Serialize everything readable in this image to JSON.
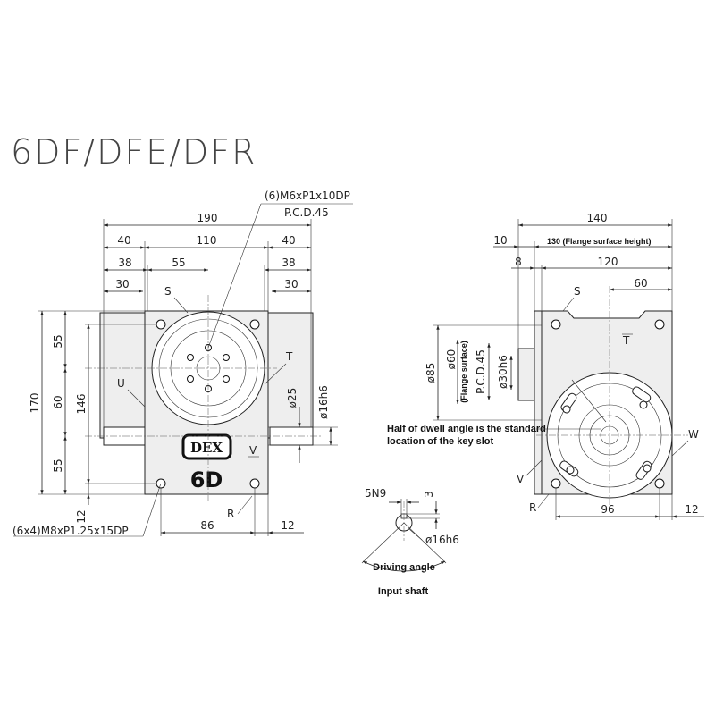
{
  "title": "6DF/DFE/DFR",
  "front_view": {
    "dimensions": {
      "width_total": "190",
      "width_left": "40",
      "width_middle": "110",
      "width_right": "40",
      "left_38": "38",
      "mid_55": "55",
      "right_38": "38",
      "left_30": "30",
      "right_30": "30",
      "height_total": "170",
      "height_146": "146",
      "height_top_55": "55",
      "height_mid_60": "60",
      "height_bot_55": "55",
      "height_12": "12",
      "bottom_86": "86",
      "bottom_12": "12",
      "dia_25": "ø25",
      "dia_16h6": "ø16h6"
    },
    "callouts": {
      "tapped_holes_top": "(6)M6xP1x10DP",
      "pcd": "P.C.D.45",
      "tapped_holes_bottom": "(6x4)M8xP1.25x15DP"
    },
    "face_labels": {
      "s": "S",
      "t": "T",
      "u": "U",
      "v": "V",
      "r": "R"
    },
    "logo": {
      "brand": "DEX",
      "model": "6D"
    }
  },
  "side_view": {
    "dimensions": {
      "width_total": "140",
      "flange_10": "10",
      "flange_height": "130 (Flange surface height)",
      "offset_8": "8",
      "width_120": "120",
      "width_60": "60",
      "dia_85": "ø85",
      "dia_60": "ø60",
      "flange_surface": "(Flange surface)",
      "pcd": "P.C.D.45",
      "dia_30h6": "ø30h6",
      "bottom_96": "96",
      "bottom_12": "12"
    },
    "face_labels": {
      "s": "S",
      "t": "T",
      "v": "V",
      "r": "R",
      "w": "W"
    },
    "note_line1": "Half of dwell angle is the standard",
    "note_line2": "location of the key slot"
  },
  "shaft_detail": {
    "key_width": "5N9",
    "key_depth": "3",
    "dia": "ø16h6",
    "driving_angle": "Driving angle",
    "caption": "Input shaft"
  }
}
